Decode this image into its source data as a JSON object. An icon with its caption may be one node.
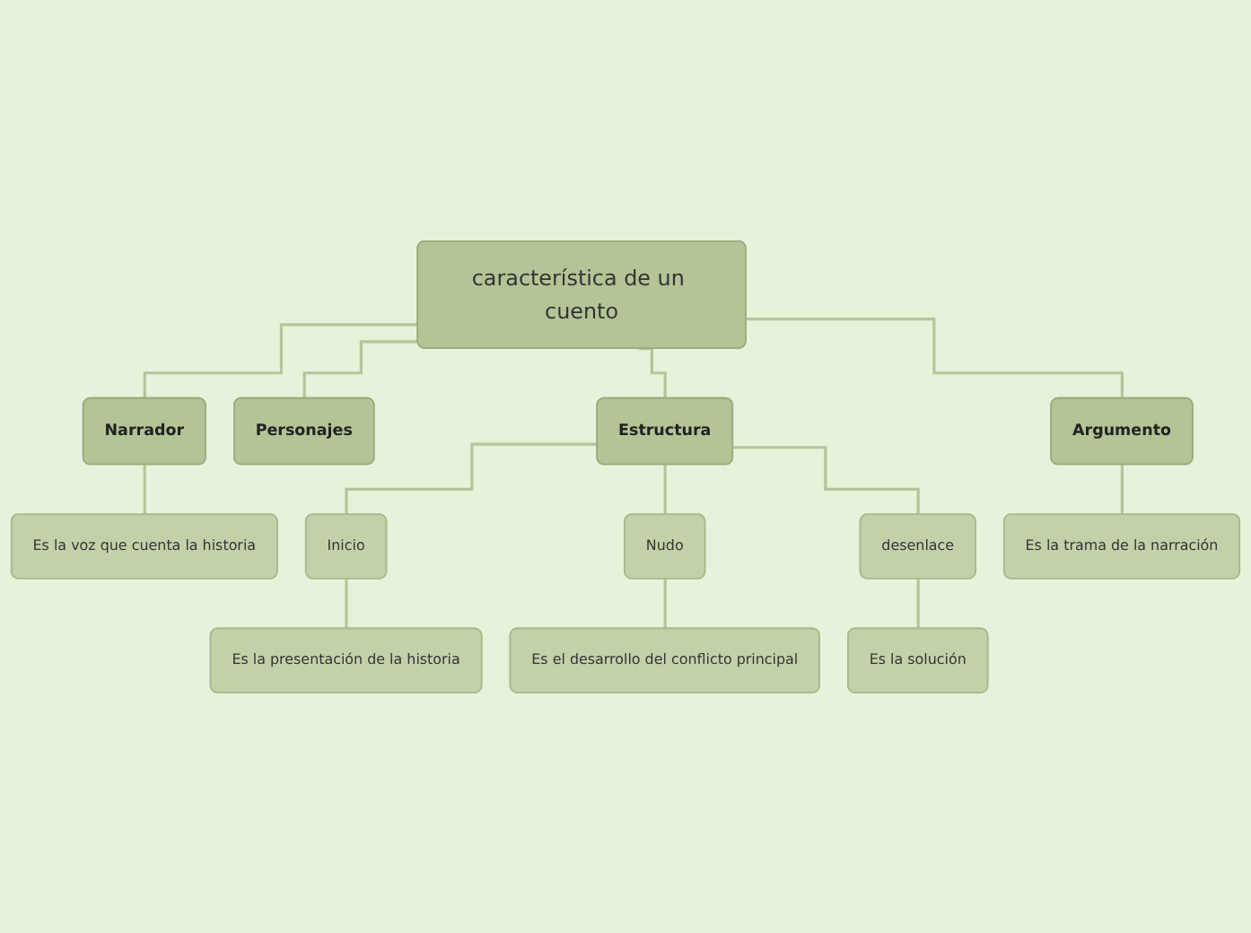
{
  "diagram": {
    "nodes": [
      {
        "text": [
          "característica de un cuento"
        ]
      },
      {
        "text": [
          "Narrador"
        ]
      },
      {
        "text": [
          "Personajes"
        ]
      },
      {
        "text": [
          "Estructura"
        ]
      },
      {
        "text": [
          "Argumento"
        ]
      },
      {
        "text": [
          "Es la voz que cuenta la historia"
        ]
      },
      {
        "text": [
          "Inicio"
        ]
      },
      {
        "text": [
          "Nudo"
        ]
      },
      {
        "text": [
          "desenlace"
        ]
      },
      {
        "text": [
          "Es la trama de la narración"
        ]
      },
      {
        "text": [
          "Es la presentación de la historia"
        ]
      },
      {
        "text": [
          "Es el desarrollo del conflicto principal"
        ]
      },
      {
        "text": [
          "Es la solución"
        ]
      }
    ],
    "edges": [
      {
        "from": 0,
        "to": 1,
        "arrow": "none"
      },
      {
        "from": 0,
        "to": 2,
        "arrow": "none"
      },
      {
        "from": 0,
        "to": 3,
        "arrow": "none"
      },
      {
        "from": 0,
        "to": 4,
        "arrow": "none"
      },
      {
        "from": 1,
        "to": 5,
        "arrow": "none"
      },
      {
        "from": 3,
        "to": 6,
        "arrow": "none"
      },
      {
        "from": 3,
        "to": 7,
        "arrow": "none"
      },
      {
        "from": 3,
        "to": 8,
        "arrow": "none"
      },
      {
        "from": 4,
        "to": 9,
        "arrow": "none"
      },
      {
        "from": 6,
        "to": 10,
        "arrow": "none"
      },
      {
        "from": 7,
        "to": 11,
        "arrow": "none"
      },
      {
        "from": 8,
        "to": 12,
        "arrow": "none"
      }
    ]
  }
}
